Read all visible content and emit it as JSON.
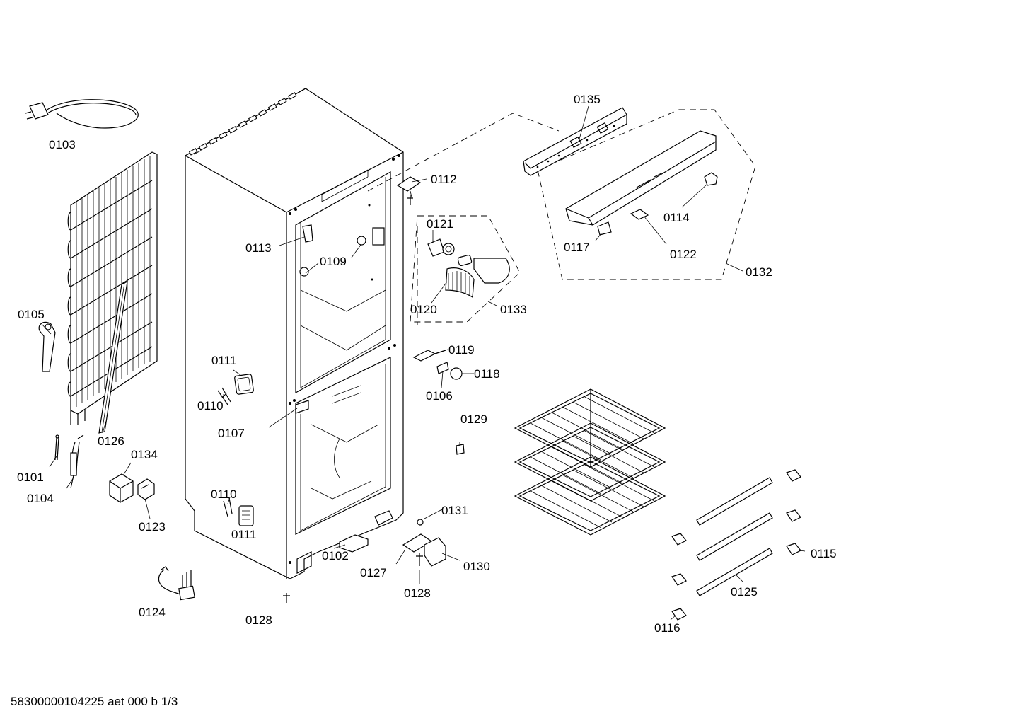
{
  "diagram": {
    "footer": "58300000104225 aet 000 b 1/3",
    "parts": {
      "p0101": "0101",
      "p0102": "0102",
      "p0103": "0103",
      "p0104": "0104",
      "p0105": "0105",
      "p0106": "0106",
      "p0107": "0107",
      "p0109": "0109",
      "p0110a": "0110",
      "p0110b": "0110",
      "p0111a": "0111",
      "p0111b": "0111",
      "p0112": "0112",
      "p0113": "0113",
      "p0114": "0114",
      "p0115": "0115",
      "p0116": "0116",
      "p0117": "0117",
      "p0118": "0118",
      "p0119": "0119",
      "p0120": "0120",
      "p0121": "0121",
      "p0122": "0122",
      "p0123": "0123",
      "p0124": "0124",
      "p0125": "0125",
      "p0126": "0126",
      "p0127": "0127",
      "p0128a": "0128",
      "p0128b": "0128",
      "p0129": "0129",
      "p0130": "0130",
      "p0131": "0131",
      "p0132": "0132",
      "p0133": "0133",
      "p0134": "0134",
      "p0135": "0135"
    }
  }
}
